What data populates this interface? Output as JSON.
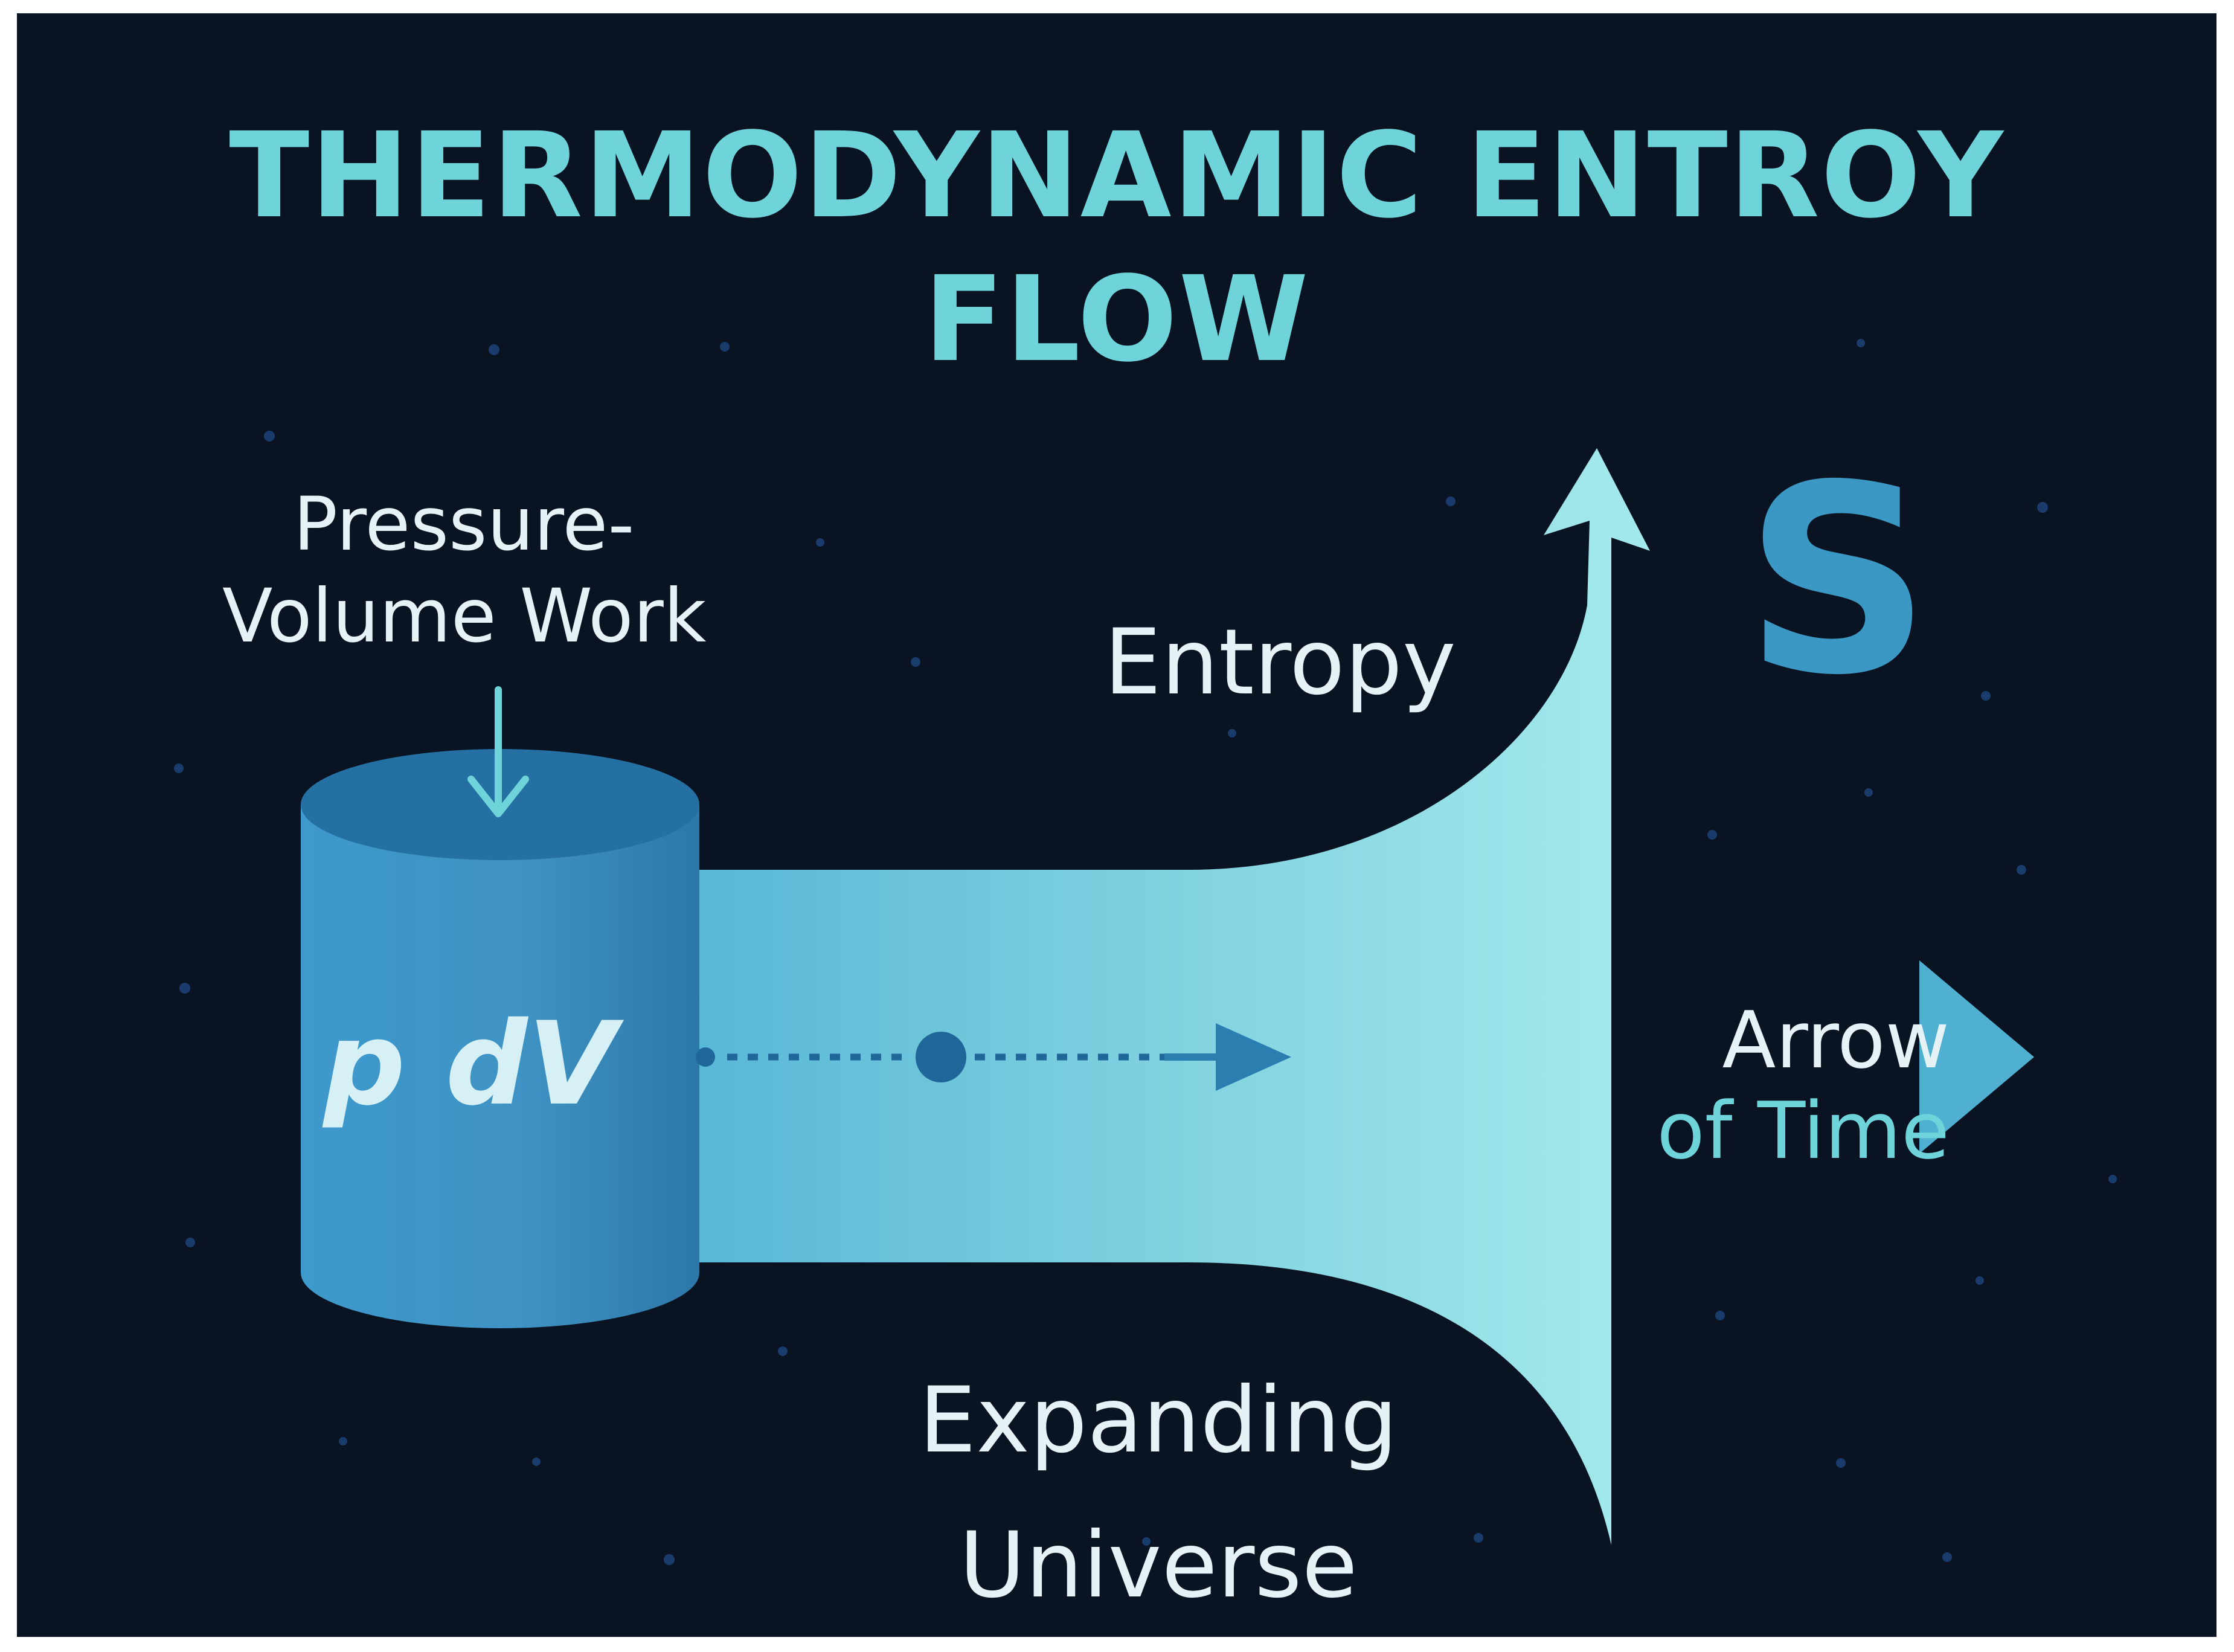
{
  "title": {
    "line1": "THERMODYNAMIC ENTROY",
    "line2": "FLOW"
  },
  "labels": {
    "pressure_volume_line1": "Pressure-",
    "pressure_volume_line2": "Volume Work",
    "cylinder_formula": "p dV",
    "entropy": "Entropy",
    "entropy_symbol": "S",
    "expanding_line1": "Expanding",
    "expanding_line2": "Universe",
    "arrow_of_time_line1": "Arrow",
    "arrow_of_time_line2": "of Time"
  },
  "colors": {
    "background": "#0a1322",
    "title": "#6fd3da",
    "cylinder": "#3b8fc4",
    "flow_start": "#58b7d6",
    "flow_end": "#a2e8ec",
    "text": "#e6f2f6"
  }
}
